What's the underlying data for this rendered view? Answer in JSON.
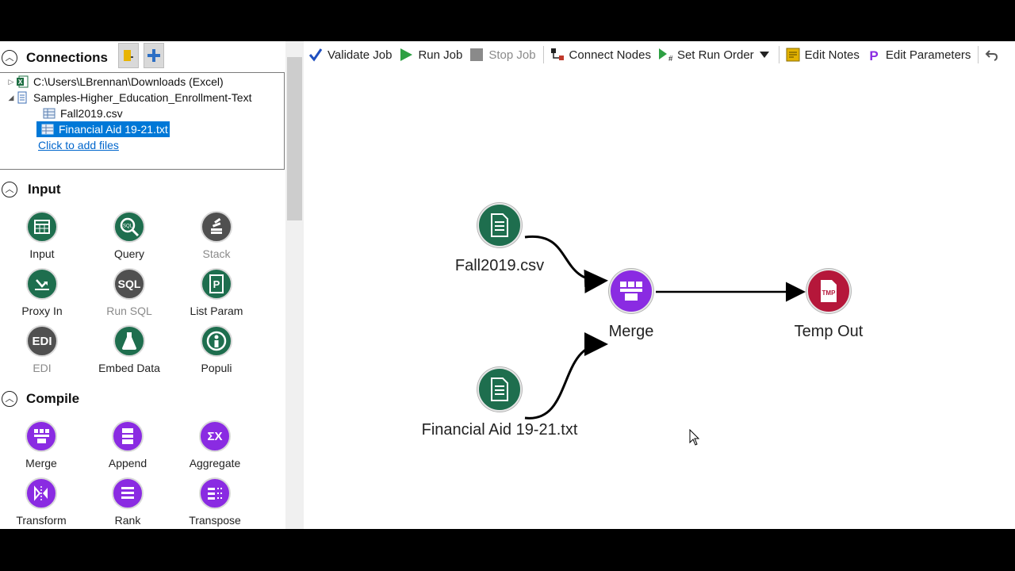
{
  "connections": {
    "title": "Connections",
    "tree": [
      {
        "label": "C:\\Users\\LBrennan\\Downloads (Excel)",
        "expanded": false,
        "icon": "excel-icon"
      },
      {
        "label": "Samples-Higher_Education_Enrollment-Text",
        "expanded": true,
        "icon": "text-file-icon"
      },
      {
        "label": "Fall2019.csv",
        "icon": "table-icon"
      },
      {
        "label": "Financial Aid 19-21.txt",
        "icon": "table-icon",
        "selected": true
      }
    ],
    "add_files": "Click to add files"
  },
  "input": {
    "title": "Input",
    "tools": [
      {
        "label": "Input"
      },
      {
        "label": "Query"
      },
      {
        "label": "Stack",
        "disabled": true
      },
      {
        "label": "Proxy In"
      },
      {
        "label": "Run SQL",
        "disabled": true
      },
      {
        "label": "List Param"
      },
      {
        "label": "EDI",
        "disabled": true
      },
      {
        "label": "Embed Data"
      },
      {
        "label": "Populi"
      }
    ],
    "glyphs": {
      "sql": "SQL",
      "edi": "EDI",
      "p": "P"
    }
  },
  "compile": {
    "title": "Compile",
    "tools": [
      {
        "label": "Merge"
      },
      {
        "label": "Append"
      },
      {
        "label": "Aggregate"
      },
      {
        "label": "Transform"
      },
      {
        "label": "Rank"
      },
      {
        "label": "Transpose"
      }
    ],
    "glyphs": {
      "sigma": "ΣX"
    }
  },
  "toolbar": {
    "validate": "Validate Job",
    "run": "Run Job",
    "stop": "Stop Job",
    "connect": "Connect Nodes",
    "run_order": "Set Run Order",
    "notes": "Edit Notes",
    "params": "Edit Parameters",
    "params_glyph": "P"
  },
  "canvas": {
    "nodes": [
      {
        "label": "Fall2019.csv"
      },
      {
        "label": "Financial Aid 19-21.txt"
      },
      {
        "label": "Merge"
      },
      {
        "label": "Temp Out",
        "badge": "TMP"
      }
    ]
  },
  "colors": {
    "input_green": "#1e6e4e",
    "compile_purple": "#8a2be2",
    "output_red": "#b5173a",
    "selection_blue": "#0078d7",
    "link_blue": "#0066cc"
  }
}
